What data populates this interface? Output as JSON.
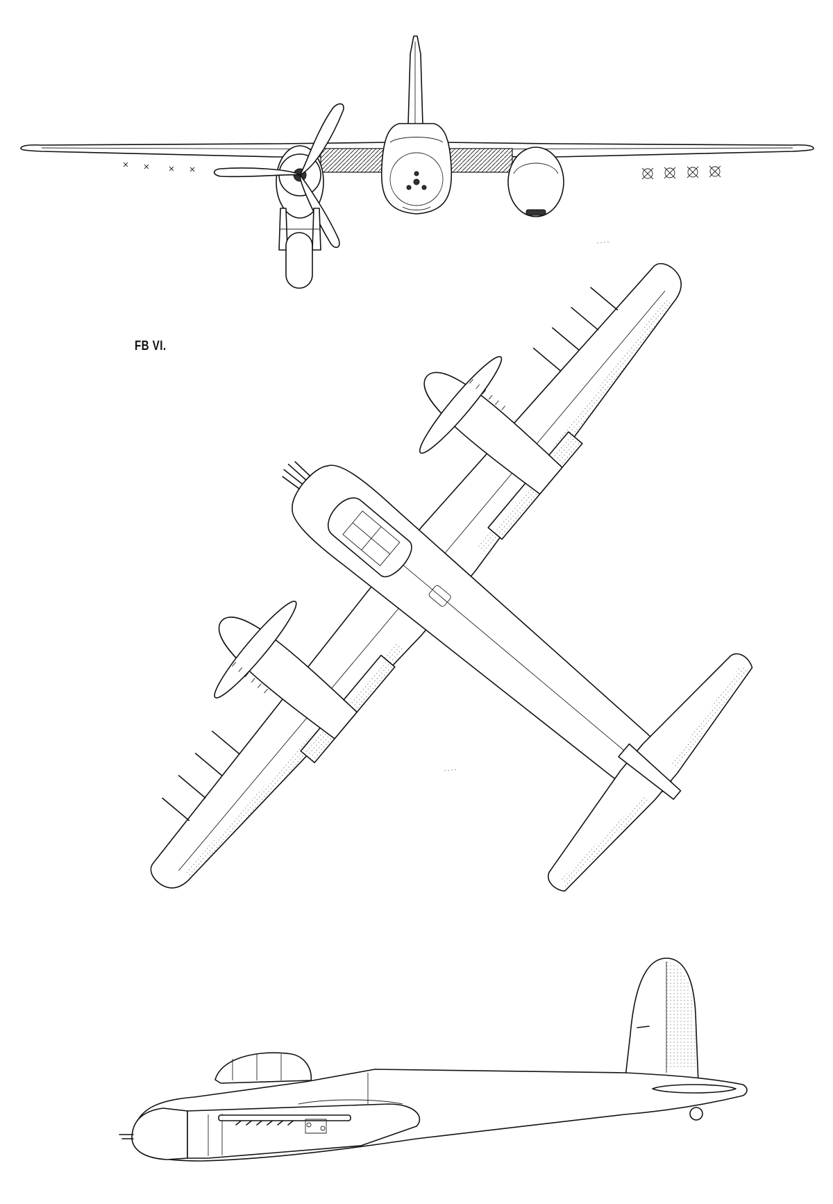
{
  "drawing": {
    "variant_label": "FB VI.",
    "line_color": "#111111",
    "background": "#ffffff",
    "views": [
      "front-view",
      "top-view",
      "side-view"
    ]
  }
}
